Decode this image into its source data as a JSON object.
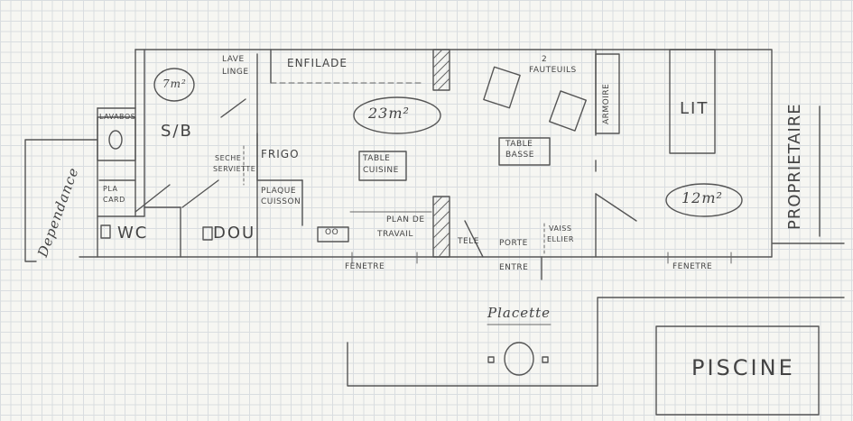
{
  "rooms": {
    "sb": {
      "label": "S/B",
      "area": "7m²"
    },
    "living": {
      "area": "23m²"
    },
    "bedroom": {
      "area": "12m²"
    }
  },
  "fixtures": {
    "lave_linge": [
      "LAVE",
      "LINGE"
    ],
    "enfilade": "ENFILADE",
    "lavabos": "LAVABOS",
    "placard": [
      "PLA",
      "CARD"
    ],
    "seche_serviette": [
      "SECHE",
      "SERVIETTE"
    ],
    "frigo": "FRIGO",
    "plaque_cuisson": [
      "PLAQUE",
      "CUISSON"
    ],
    "wc": "WC",
    "douche": "DOU",
    "table_cuisine": [
      "TABLE",
      "CUISINE"
    ],
    "plan_de_travail": [
      "PLAN DE",
      "TRAVAIL"
    ],
    "tele": "TELE",
    "porte_entree": [
      "PORTE",
      "ENTRE"
    ],
    "vaisselier": [
      "VAISS",
      "ELLIER"
    ],
    "fauteuils": {
      "count": "2",
      "label": "FAUTEUILS"
    },
    "table_basse": [
      "TABLE",
      "BASSE"
    ],
    "armoire": "ARMOIRE",
    "lit": "LIT",
    "hob_marker": "OO"
  },
  "windows": [
    "FENETRE",
    "FENETRE"
  ],
  "outside": {
    "dependance": "Dependance",
    "proprietaire": "PROPRIETAIRE",
    "placette": "Placette",
    "piscine": "PISCINE"
  },
  "colors": {
    "ink": "#555555",
    "grid": "#d9dde0",
    "paper": "#f6f6f2"
  }
}
